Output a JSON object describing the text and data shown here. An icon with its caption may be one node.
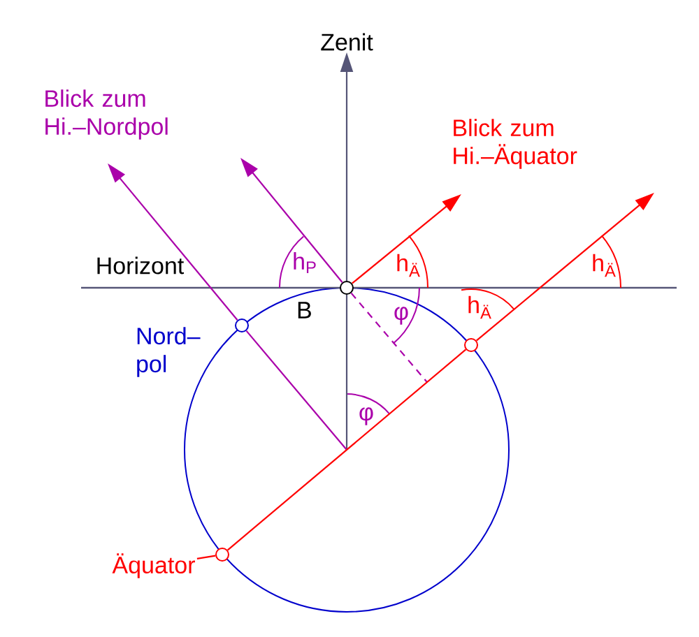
{
  "diagram": {
    "nodes": [
      {
        "text": [
          "Zenit"
        ]
      },
      {
        "text": [],
        "shape": "circle",
        "beside": [
          "B"
        ]
      },
      {
        "text": [],
        "shape": "circle",
        "beside": [
          "Nord– pol"
        ]
      },
      {
        "text": [],
        "shape": "circle"
      },
      {
        "text": [],
        "shape": "circle"
      },
      {
        "text": [
          "Äquator"
        ]
      }
    ],
    "edges": [
      {
        "from": null,
        "to": 1,
        "arrow": "none",
        "color": "#555577"
      },
      {
        "from": 1,
        "to": 0,
        "arrow": "to",
        "color": "#555577"
      },
      {
        "from": 1,
        "to": null,
        "arrow": "to",
        "color": "#aa00aa"
      },
      {
        "from": 1,
        "to": null,
        "arrow": "to",
        "color": "#ff0000"
      },
      {
        "from": 1,
        "to": null,
        "arrow": "none",
        "style": "dashed",
        "color": "#aa00aa"
      },
      {
        "from": null,
        "to": 2,
        "arrow": "none",
        "color": "#aa00aa"
      },
      {
        "from": 2,
        "to": null,
        "arrow": "to",
        "color": "#aa00aa"
      },
      {
        "from": 5,
        "to": 4,
        "arrow": "none",
        "color": "#ff0000"
      },
      {
        "from": 4,
        "to": 3,
        "arrow": "none",
        "color": "#ff0000"
      },
      {
        "from": 3,
        "to": null,
        "arrow": "to",
        "color": "#ff0000"
      }
    ],
    "labels": [
      "Blick zum Hi.–Nordpol",
      "Blick zum Hi.–Äquator",
      "Horizont",
      "h$_{P}$",
      "h$_{Ä}$",
      "h$_{Ä}$",
      "φ",
      "h$_{Ä}$",
      "φ"
    ]
  }
}
